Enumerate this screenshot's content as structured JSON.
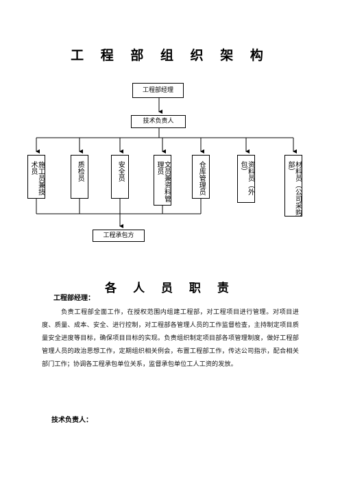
{
  "doc": {
    "title": "工 程 部 组 织 架 构",
    "section_title": "各 人 员 职 责"
  },
  "org": {
    "manager": "工程部经理",
    "tech_lead": "技术负责人",
    "roles": [
      "施工员兼技术员",
      "质检员",
      "安全员",
      "文员兼资料管理员",
      "仓库管理员",
      "资料员（外包）",
      "材料员（公司采购部）"
    ],
    "contractor": "工程承包方"
  },
  "sections": {
    "manager_heading": "工程部经理：",
    "manager_text": "负责工程部全面工作，在授权范围内组建工程部，对工程项目进行管理。对项目进度、质量、成本、安全、进行控制，对工程部各管理人员的工作监督检查，主持制定项目质量安全进度等目标，确保项目目标的实现。负责组织制定项目部各项管理制度，做好工程部管理人员的政治思想工作，定期组织相关例会，布置工程部工作，传达公司指示，配合相关部门工作；协调各工程承包单位关系，监督承包单位工人工资的发放。",
    "tech_heading": "技术负责人："
  }
}
